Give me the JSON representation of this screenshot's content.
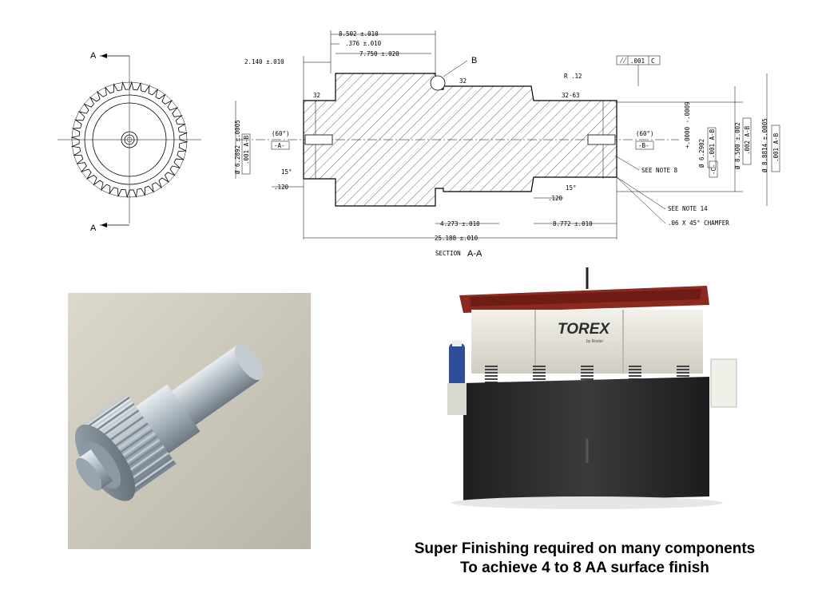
{
  "drawing": {
    "section_markers": {
      "top": "A",
      "bottom": "A",
      "detail": "B"
    },
    "section_title": "SECTION",
    "section_id": "A-A",
    "dimensions": {
      "d1": "8.502 ±.010",
      "d2": ".376 ±.010",
      "d3": "7.750 ±.020",
      "d4": "2.140 ±.010",
      "d5": "4.273 ±.010",
      "d6": "8.772 ±.010",
      "d7": "25.188 ±.010",
      "d8": ".120",
      "d9": ".120",
      "radius": "R .12",
      "finish_a": "32",
      "finish_b": "32",
      "finish_c": "32-63",
      "angle_a": "15°",
      "angle_b": "15°",
      "center_left": "(60°)",
      "center_right": "(60°)",
      "datum_a": "-A-",
      "datum_b": "-B-",
      "datum_c": "-C-",
      "note_8": "SEE NOTE 8",
      "note_14": "SEE NOTE 14",
      "chamfer": ".06 X 45° CHAMFER",
      "parallel_tol": ".001",
      "parallel_ref": "C",
      "v_left": "Ø 6.2892 ±.0005",
      "v_right_tol": "+.0000 -.0009",
      "v_right": "Ø 6.2902",
      "v_8500": "Ø 8.500 ±.002",
      "v_8814": "Ø 8.8814 ±.0005",
      "fcf_left": ".001 A-B",
      "fcf_right": ".001 A-B",
      "fcf_8500": ".002 A-B",
      "fcf_8814": ".001 A-B"
    }
  },
  "render_3d": {
    "bg": "#c9c5b7"
  },
  "machine": {
    "brand": "TOREX",
    "sub": "by Rosler"
  },
  "caption": {
    "line1": "Super Finishing required on many components",
    "line2": "To achieve 4 to 8 AA surface finish"
  }
}
